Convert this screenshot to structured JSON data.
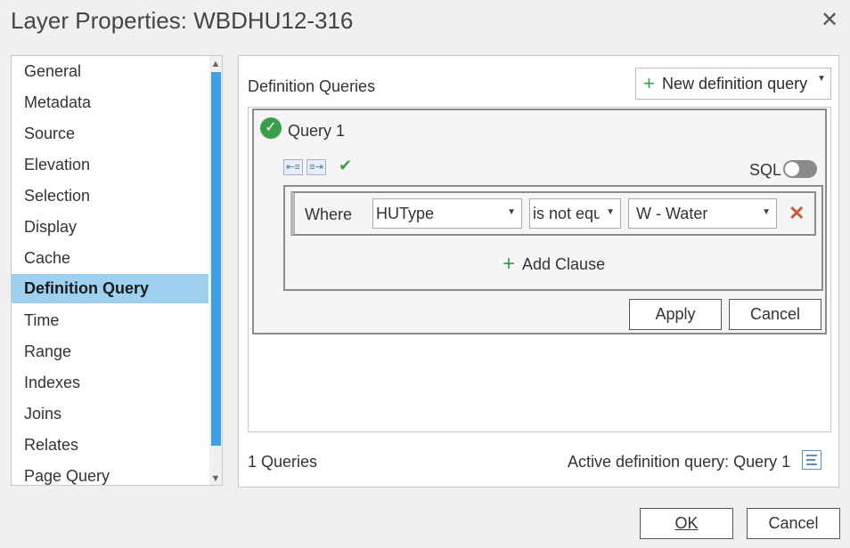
{
  "window": {
    "title": "Layer Properties: WBDHU12-316",
    "close_glyph": "✕"
  },
  "sidebar": {
    "items": [
      {
        "label": "General"
      },
      {
        "label": "Metadata"
      },
      {
        "label": "Source"
      },
      {
        "label": "Elevation"
      },
      {
        "label": "Selection"
      },
      {
        "label": "Display"
      },
      {
        "label": "Cache"
      },
      {
        "label": "Definition Query",
        "active": true
      },
      {
        "label": "Time"
      },
      {
        "label": "Range"
      },
      {
        "label": "Indexes"
      },
      {
        "label": "Joins"
      },
      {
        "label": "Relates"
      },
      {
        "label": "Page Query"
      }
    ]
  },
  "main": {
    "section_label": "Definition Queries",
    "new_query_button": {
      "plus": "+",
      "label": "New definition query"
    },
    "query": {
      "name": "Query 1",
      "sql_label": "SQL",
      "sql_enabled": false,
      "clause": {
        "where_label": "Where",
        "field": "HUType",
        "operator": "is not equ",
        "value": "W - Water"
      },
      "add_clause_label": "Add Clause",
      "apply_label": "Apply",
      "cancel_label": "Cancel"
    },
    "footer": {
      "count_text": "1 Queries",
      "active_text": "Active definition query: Query 1"
    }
  },
  "dialog_buttons": {
    "ok_label": "OK",
    "cancel_label": "Cancel"
  },
  "colors": {
    "accent": "#3da0e2",
    "active_bg": "#9ed0f0",
    "green": "#3b9e4a",
    "delete": "#c85a3c"
  }
}
